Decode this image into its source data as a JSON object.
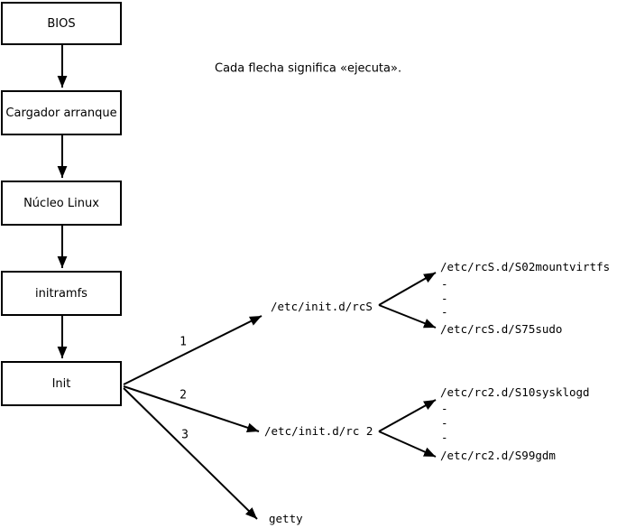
{
  "diagram": {
    "note": "Cada flecha significa «ejecuta».",
    "chain_boxes": [
      {
        "label": "BIOS"
      },
      {
        "label": "Cargador arranque"
      },
      {
        "label": "Núcleo Linux"
      },
      {
        "label": "initramfs"
      },
      {
        "label": "Init"
      }
    ],
    "branches": [
      {
        "number": "1",
        "target": "/etc/init.d/rcS",
        "children": [
          "/etc/rcS.d/S02mountvirtfs",
          "/etc/rcS.d/S75sudo"
        ]
      },
      {
        "number": "2",
        "target": "/etc/init.d/rc 2",
        "children": [
          "/etc/rc2.d/S10sysklogd",
          "/etc/rc2.d/S99gdm"
        ]
      },
      {
        "number": "3",
        "target": "getty",
        "children": []
      }
    ],
    "ellipsis_mark": "-",
    "colors": {
      "line": "#000000",
      "text": "#000000",
      "background": "#ffffff"
    }
  }
}
